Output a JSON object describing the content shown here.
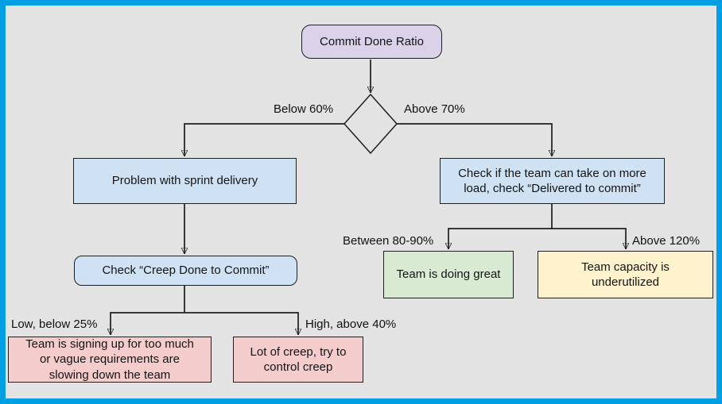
{
  "colors": {
    "frame": "#009fe3",
    "canvas_bg": "#e3e3e3",
    "outline": "#1f1f1f",
    "node_purple": "#d9d2e9",
    "node_blue": "#cfe2f3",
    "node_green": "#d9ead3",
    "node_yellow": "#fff2cc",
    "node_pink": "#f4cccc"
  },
  "nodes": {
    "start": {
      "label": "Commit Done Ratio"
    },
    "problem": {
      "label": "Problem with sprint delivery"
    },
    "check_load": {
      "label": "Check if the team can take on more load, check “Delivered to commit”"
    },
    "check_creep": {
      "label": "Check “Creep Done to Commit”"
    },
    "doing_great": {
      "label": "Team is doing great"
    },
    "underutilized": {
      "label": "Team capacity is underutilized"
    },
    "too_much": {
      "label": "Team is signing up for too much or vague requirements are slowing down the team"
    },
    "lot_creep": {
      "label": "Lot of creep, try to control creep"
    }
  },
  "edge_labels": {
    "below_60": "Below 60%",
    "above_70": "Above 70%",
    "between_80_90": "Between 80-90%",
    "above_120": "Above 120%",
    "low_below_25": "Low, below 25%",
    "high_above_40": "High, above 40%"
  }
}
